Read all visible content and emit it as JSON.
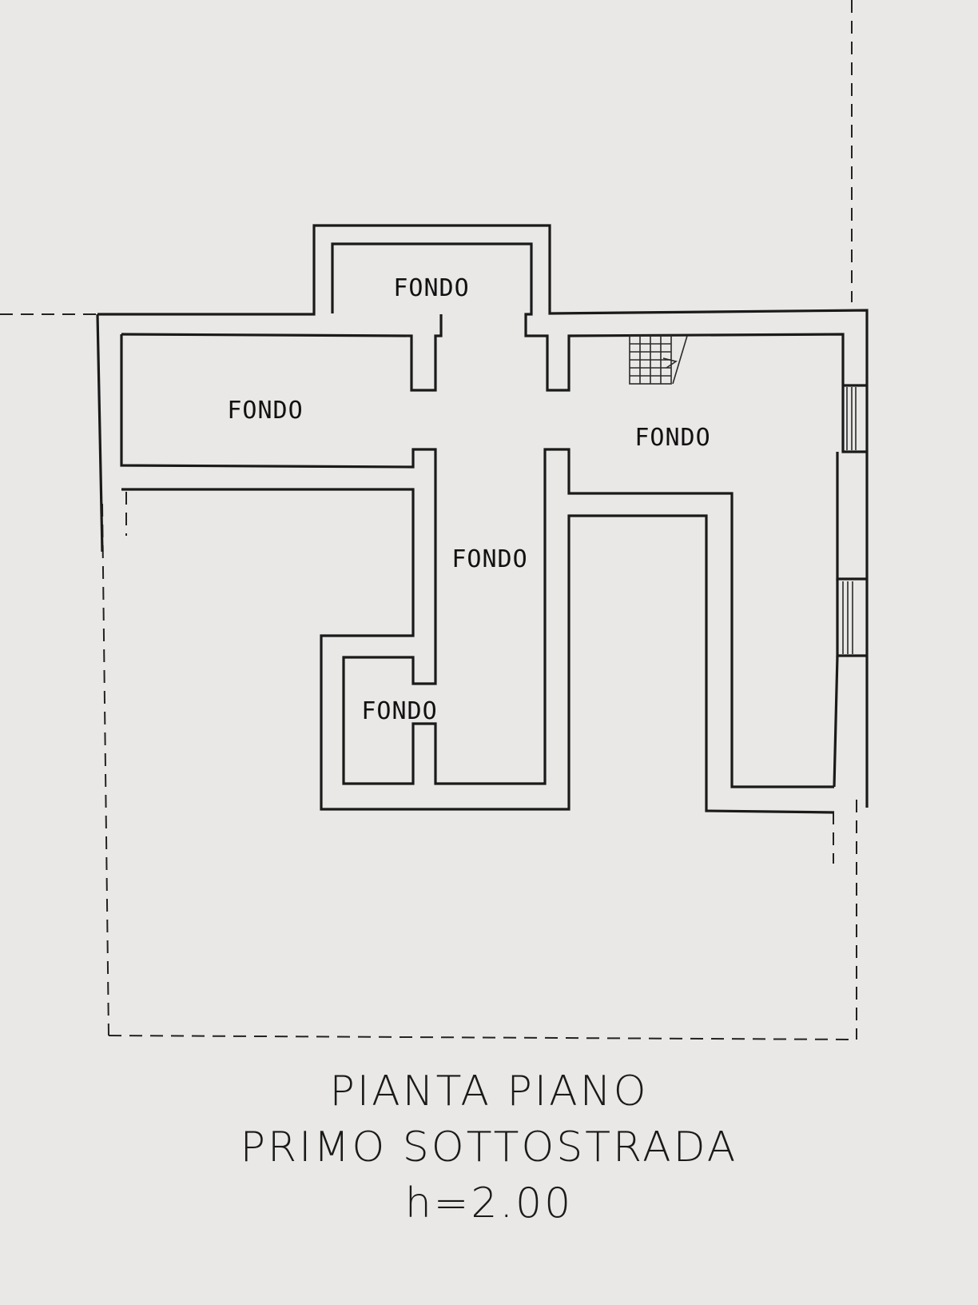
{
  "plan": {
    "rooms": [
      {
        "id": "north",
        "label": "FONDO"
      },
      {
        "id": "west",
        "label": "FONDO"
      },
      {
        "id": "east",
        "label": "FONDO"
      },
      {
        "id": "corridor",
        "label": "FONDO"
      },
      {
        "id": "small",
        "label": "FONDO"
      }
    ]
  },
  "title": {
    "line1": "PIANTA PIANO",
    "line2": "PRIMO SOTTOSTRADA",
    "line3": "h=2.00"
  },
  "colors": {
    "paper": "#e9e8e6",
    "ink": "#1a1a1a"
  }
}
